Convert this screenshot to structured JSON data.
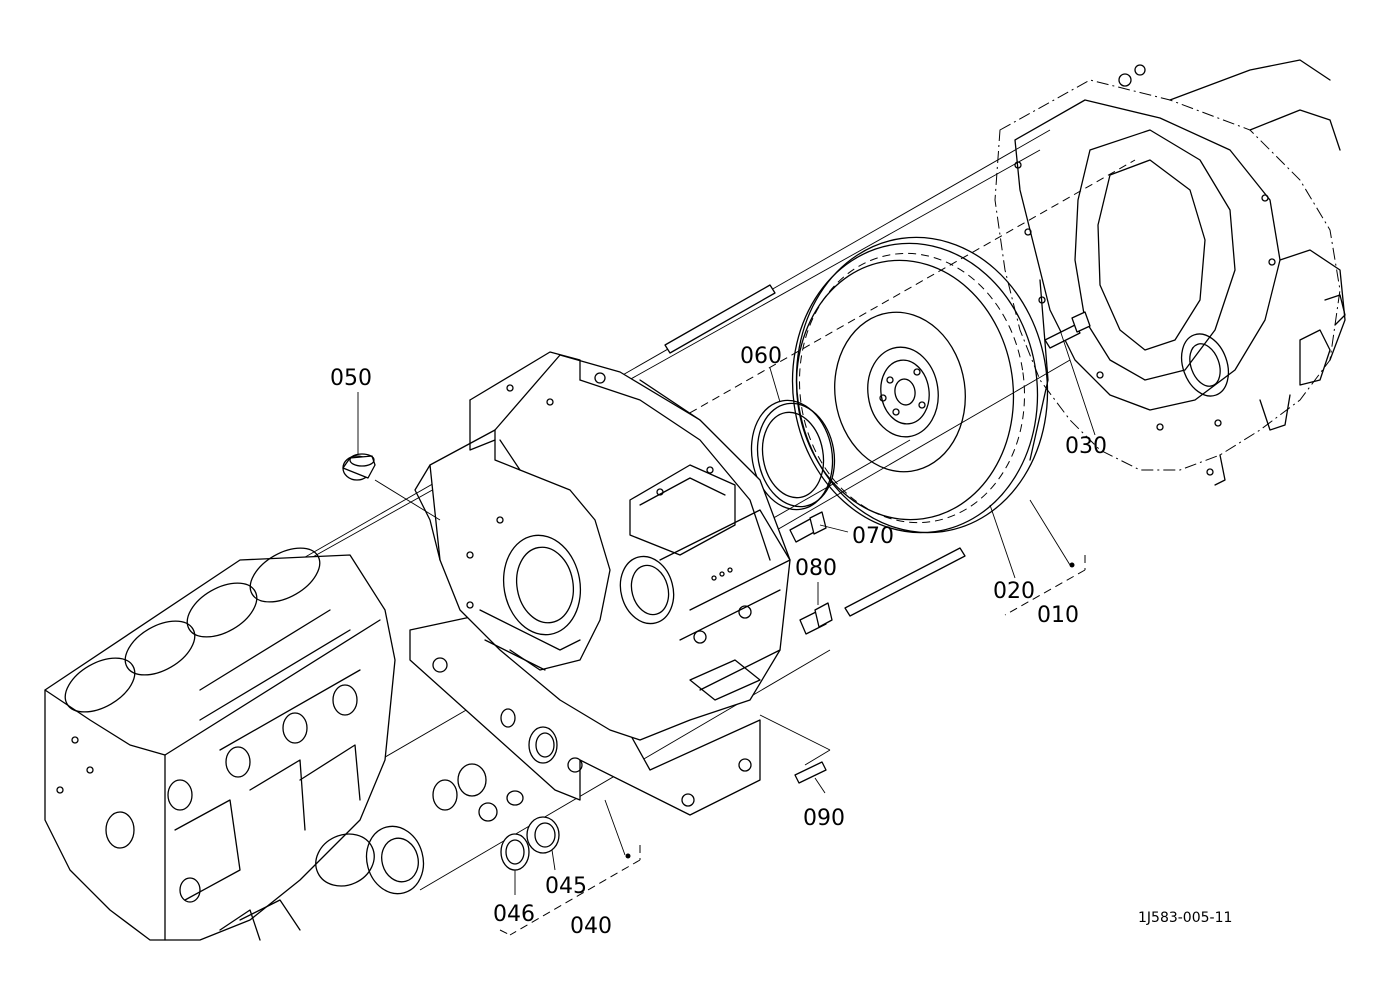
{
  "callouts": {
    "p010": "010",
    "p020": "020",
    "p030": "030",
    "p040": "040",
    "p045": "045",
    "p046": "046",
    "p050": "050",
    "p060": "060",
    "p070": "070",
    "p080": "080",
    "p090": "090"
  },
  "reference_code": "1J583-005-11"
}
